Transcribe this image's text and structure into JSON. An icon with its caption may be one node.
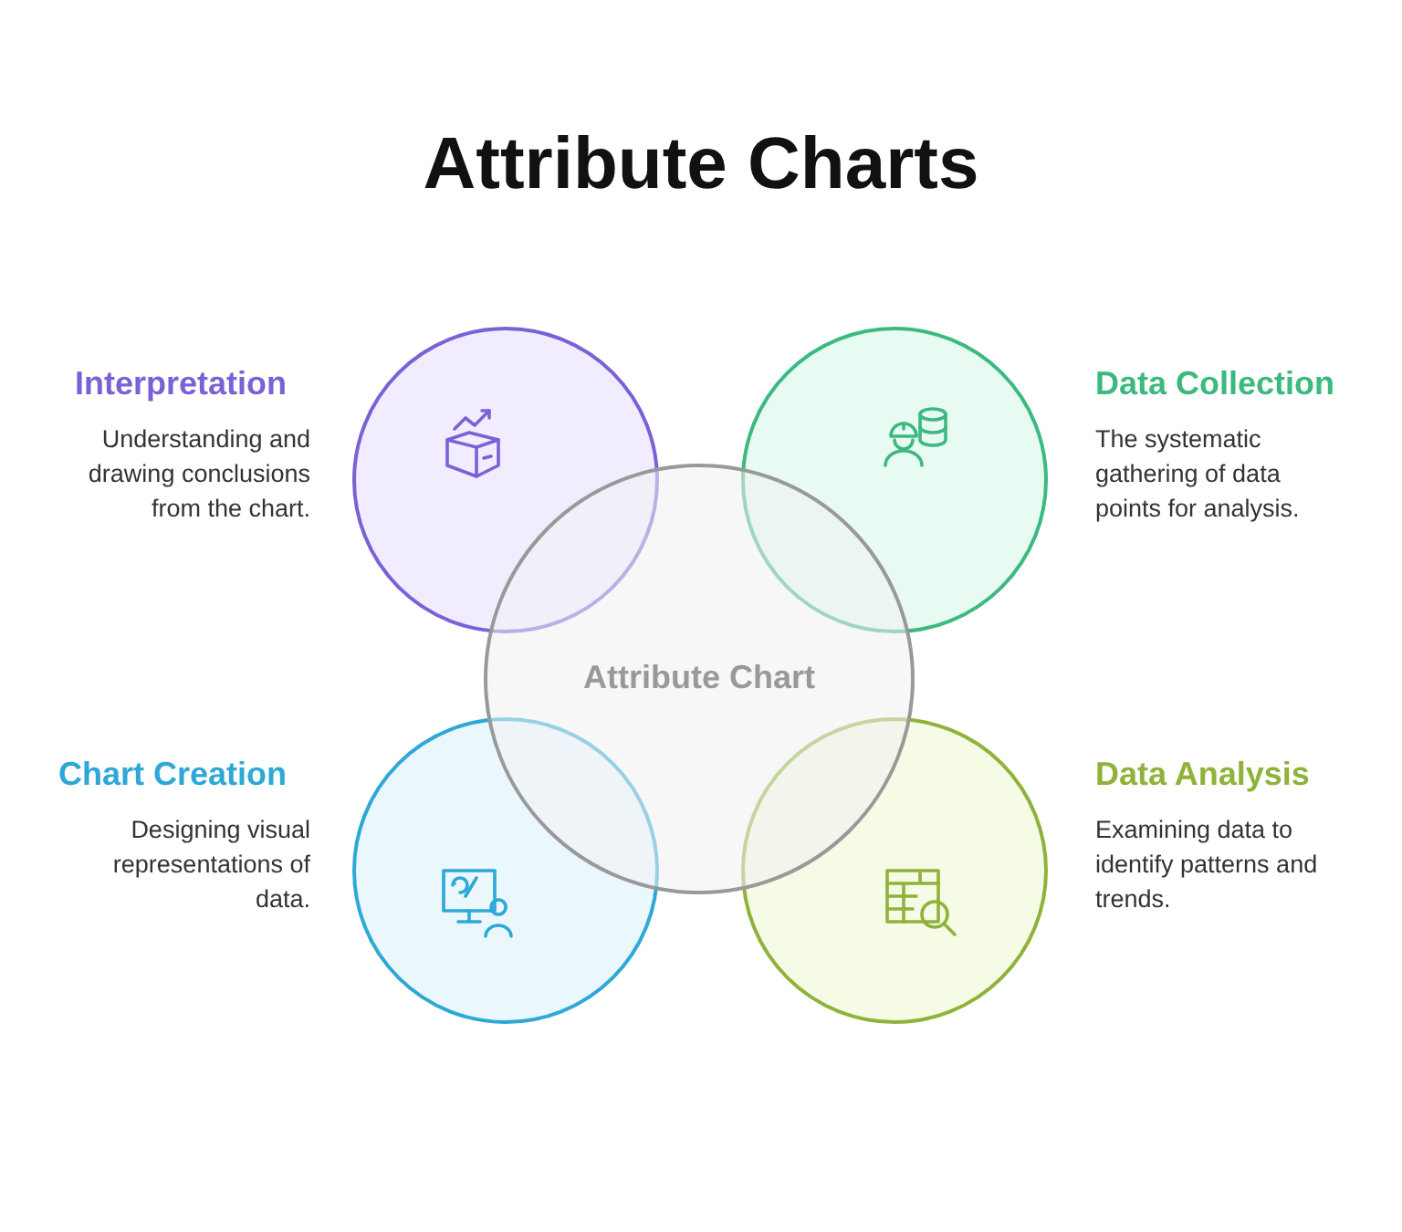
{
  "diagram": {
    "title": "Attribute Charts",
    "nodes": [
      {
        "text": [
          "Interpretation",
          "Understanding and drawing conclusions from the chart."
        ]
      },
      {
        "text": [
          "Data Collection",
          "The systematic gathering of data points for analysis."
        ]
      },
      {
        "text": [
          "Attribute Chart"
        ]
      },
      {
        "text": [
          "Chart Creation",
          "Designing visual representations of data."
        ]
      },
      {
        "text": [
          "Data Analysis",
          "Examining data to identify patterns and trends."
        ]
      }
    ],
    "edges": []
  }
}
